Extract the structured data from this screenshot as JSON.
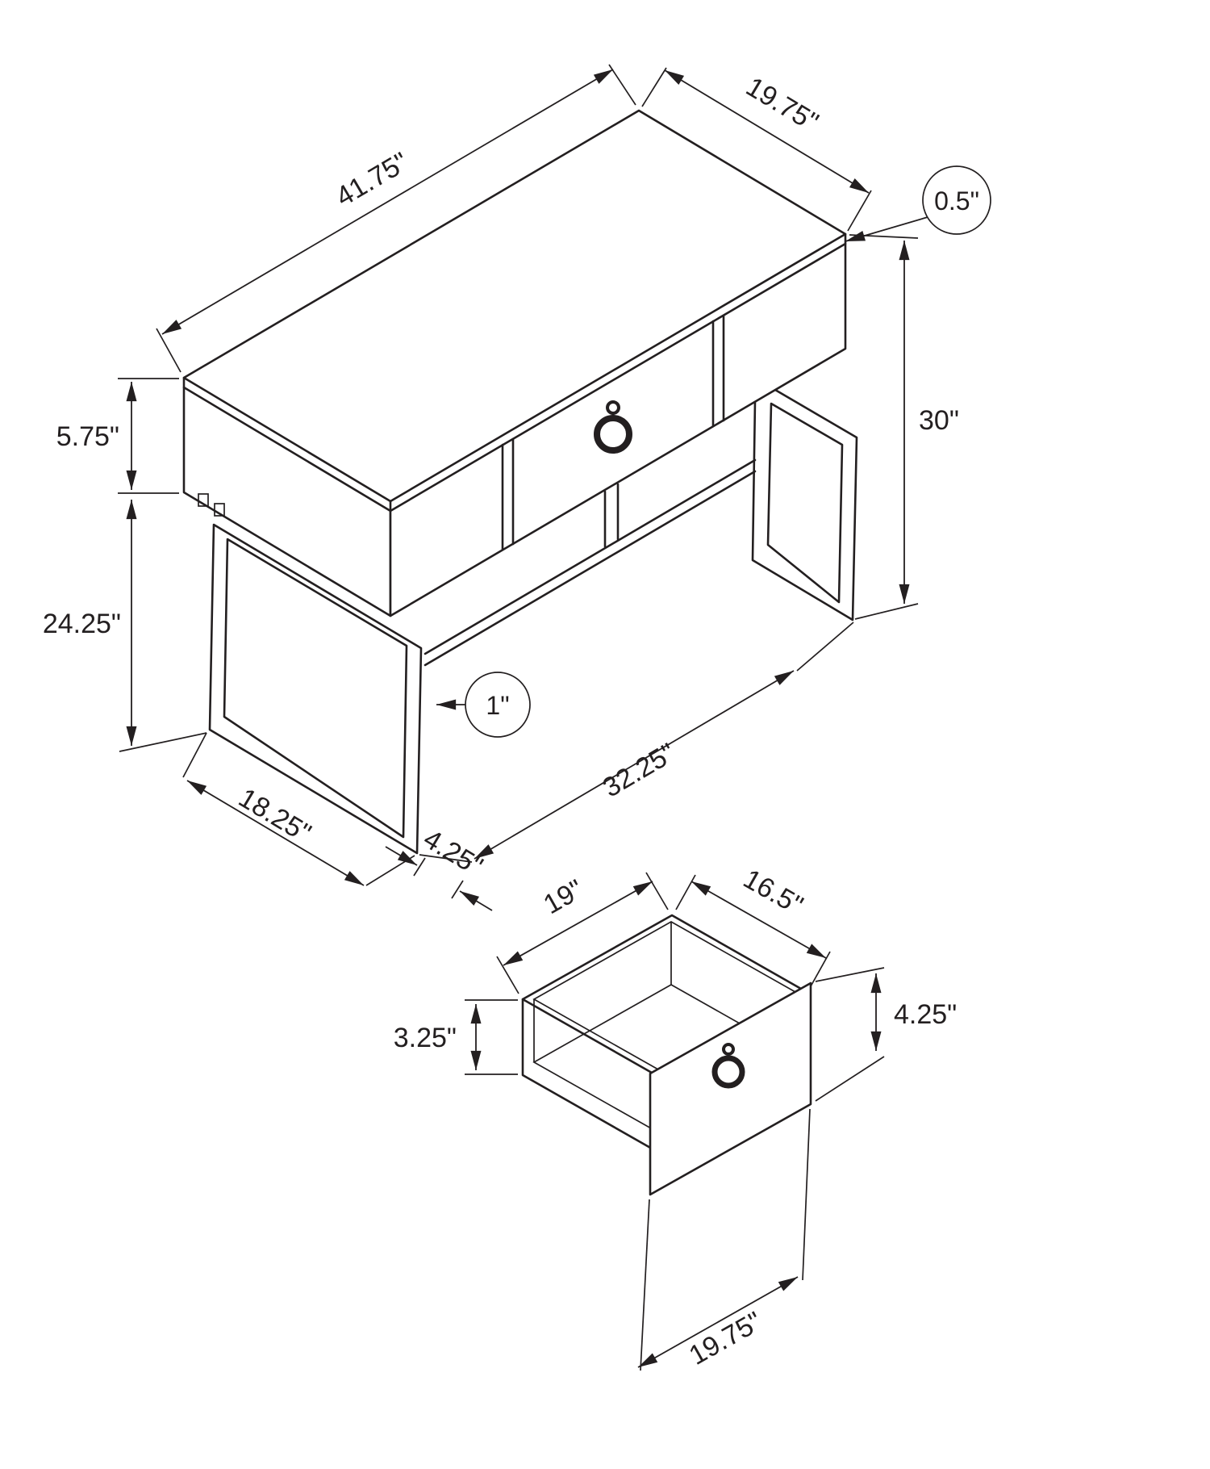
{
  "diagram": {
    "type": "furniture-dimension-drawing",
    "subject": "console desk with drawer",
    "units": "inches",
    "desk": {
      "top_length": "41.75\"",
      "top_depth": "19.75\"",
      "top_thickness": "0.5\"",
      "apron_height": "5.75\"",
      "overall_height": "30\"",
      "clearance_height": "24.25\"",
      "base_depth": "18.25\"",
      "frame_tube": "1\"",
      "base_span": "32.25\"",
      "foot_depth": "4.25\""
    },
    "drawer": {
      "interior_width": "19\"",
      "interior_depth": "16.5\"",
      "side_height": "3.25\"",
      "front_height": "4.25\"",
      "front_width": "19.75\""
    }
  }
}
